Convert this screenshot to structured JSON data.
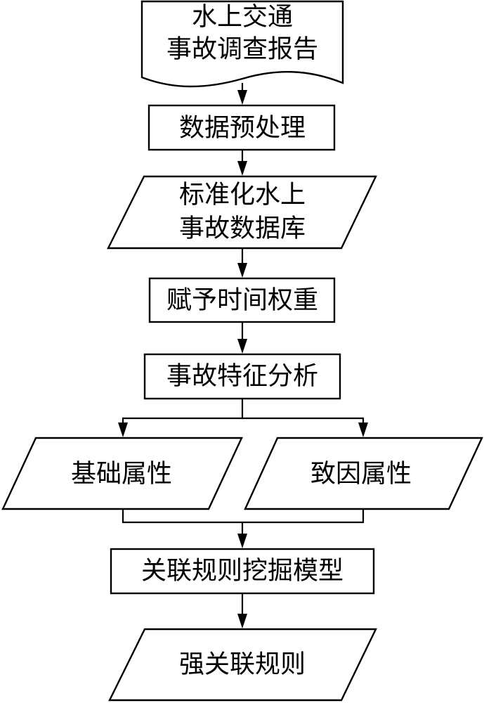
{
  "diagram": {
    "nodes": {
      "accident_report": {
        "lines": [
          "水上交通",
          "事故调查报告"
        ]
      },
      "preprocessing": {
        "lines": [
          "数据预处理"
        ]
      },
      "standard_database": {
        "lines": [
          "标准化水上",
          "事故数据库"
        ]
      },
      "time_weight": {
        "lines": [
          "赋予时间权重"
        ]
      },
      "feature_analysis": {
        "lines": [
          "事故特征分析"
        ]
      },
      "basic_attributes": {
        "lines": [
          "基础属性"
        ]
      },
      "causal_attributes": {
        "lines": [
          "致因属性"
        ]
      },
      "mining_model": {
        "lines": [
          "关联规则挖掘模型"
        ]
      },
      "strong_rules": {
        "lines": [
          "强关联规则"
        ]
      }
    }
  }
}
